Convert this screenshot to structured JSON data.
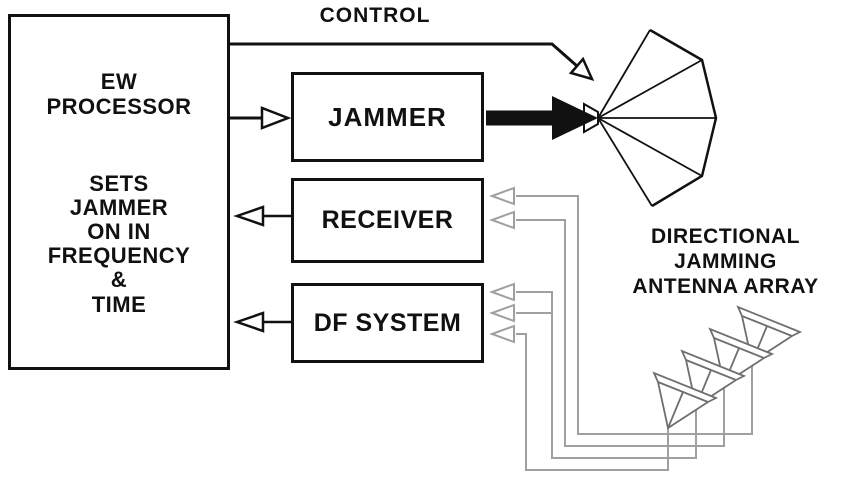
{
  "labels": {
    "control": "CONTROL",
    "antenna_array": "DIRECTIONAL\nJAMMING\nANTENNA ARRAY"
  },
  "boxes": {
    "ew_processor": {
      "title": "EW\nPROCESSOR",
      "subtitle": "SETS\nJAMMER\nON IN\nFREQUENCY\n&\nTIME"
    },
    "jammer": {
      "label": "JAMMER"
    },
    "receiver": {
      "label": "RECEIVER"
    },
    "df_system": {
      "label": "DF SYSTEM"
    }
  },
  "icons": {
    "jamming_antenna": "directional-fan-antenna",
    "antenna_array": "stacked-horn-antenna-array"
  },
  "colors": {
    "line": "#111111",
    "feed_gray": "#a0a0a0",
    "background": "#ffffff"
  }
}
